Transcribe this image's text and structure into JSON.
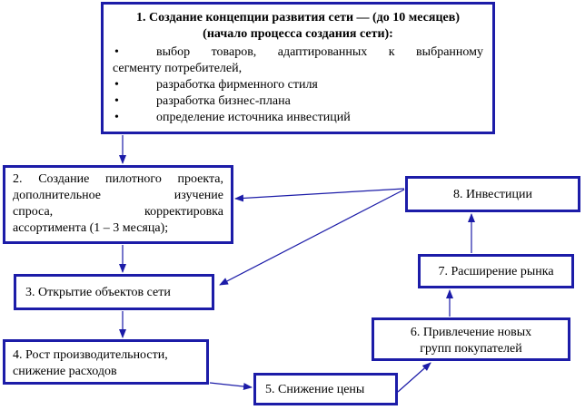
{
  "box1": {
    "title_line1": "1. Создание концепции развития сети — (до 10 месяцев)",
    "title_line2": "(начало процесса создания сети):",
    "bullets": [
      {
        "line1": "выбор товаров, адаптированных к выбранному",
        "line2": "сегменту потребителей,"
      },
      {
        "line1": "разработка фирменного стиля"
      },
      {
        "line1": "разработка бизнес-плана"
      },
      {
        "line1": "определение источника инвестиций"
      }
    ]
  },
  "box2": {
    "line1": "2. Создание пилотного проекта,",
    "line2": "дополнительное изучение",
    "line3": "спроса, корректировка",
    "line4": "ассортимента (1 – 3 месяца);"
  },
  "box3": {
    "label": "3. Открытие объектов сети"
  },
  "box4": {
    "line1": "4. Рост производительности,",
    "line2": "снижение расходов"
  },
  "box5": {
    "label": "5. Снижение цены"
  },
  "box6": {
    "line1": "6. Привлечение новых",
    "line2": "групп покупателей"
  },
  "box7": {
    "label": "7. Расширение рынка"
  },
  "box8": {
    "label": "8. Инвестиции"
  },
  "colors": {
    "border": "#1c1ca8",
    "arrow": "#1c1ca8"
  }
}
